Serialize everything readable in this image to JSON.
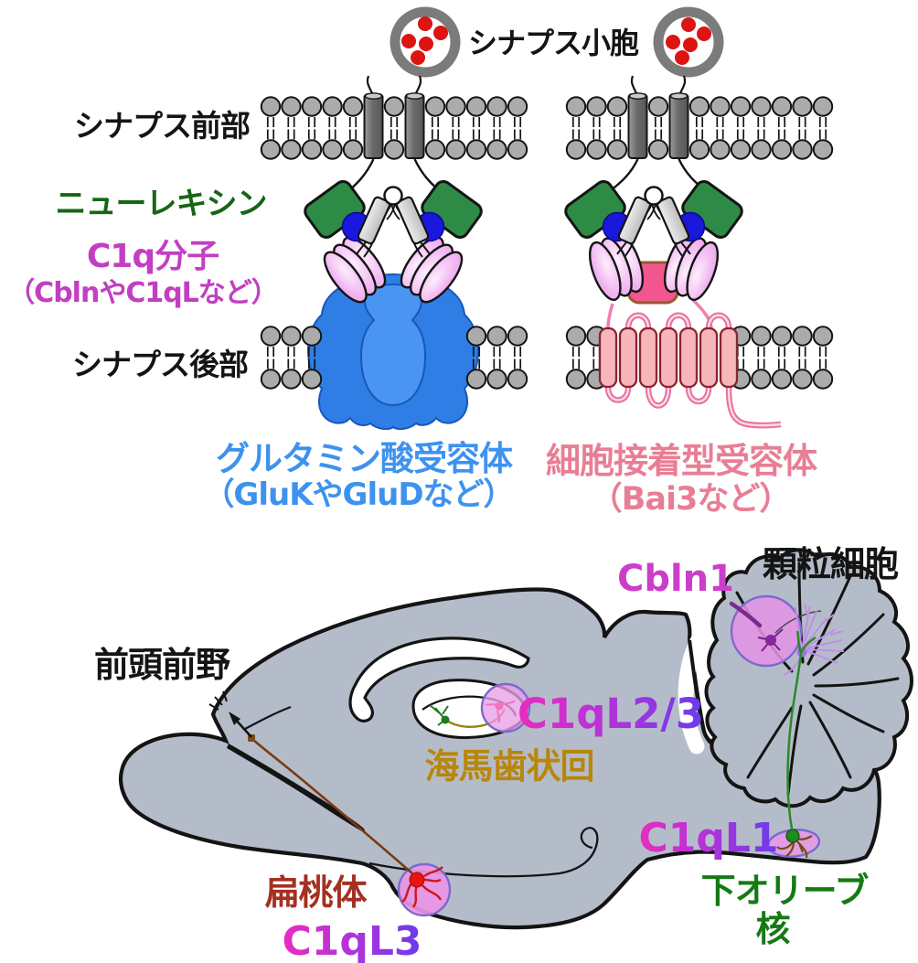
{
  "figure": {
    "description": "C1q family synaptic organizer diagram",
    "colors": {
      "membrane_gray": "#ababab",
      "brain_gray": "#b5bcc9",
      "neurexin_green": "#2e8b46",
      "c1q_pink": "#f3bdf3",
      "glutamate_blue": "#2e7ee6",
      "adhesion_salmon": "#f7b6ba",
      "gene_magenta": "#e82cc0",
      "gene_violet": "#6a3cec",
      "vesicle_dot_red": "#dc1412"
    }
  },
  "synapse_panel": {
    "vesicle_label": "シナプス小胞",
    "presynaptic_label": "シナプス前部",
    "neurexin_label": "ニューレキシン",
    "c1q_label_line1": "C1q分子",
    "c1q_label_line2": "（CblnやC1qLなど）",
    "postsynaptic_label": "シナプス後部",
    "glutamate_line1": "グルタミン酸受容体",
    "glutamate_line2": "（GluKやGluDなど）",
    "adhesion_line1": "細胞接着型受容体",
    "adhesion_line2": "（Bai3など）"
  },
  "brain_panel": {
    "prefrontal_label": "前頭前野",
    "granule_label": "顆粒細胞",
    "cbln1_label": "Cbln1",
    "c1ql23_label": "C1qL2/3",
    "dentate_label": "海馬歯状回",
    "c1ql1_label": "C1qL1",
    "olive_label_line1": "下オリーブ",
    "olive_label_line2": "核",
    "amygdala_label": "扁桃体",
    "c1ql3_label": "C1qL3"
  }
}
